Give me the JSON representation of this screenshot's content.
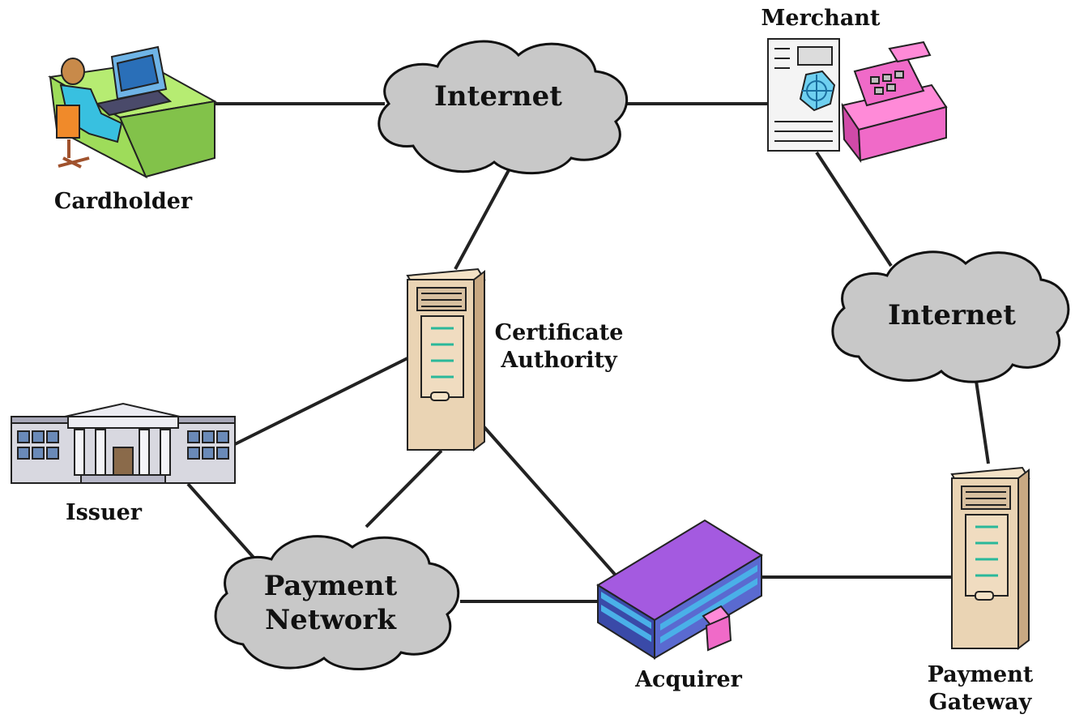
{
  "nodes": {
    "cardholder": "Cardholder",
    "merchant": "Merchant",
    "certificate_authority": [
      "Certificate",
      "Authority"
    ],
    "issuer": "Issuer",
    "acquirer": "Acquirer",
    "payment_gateway": [
      "Payment",
      "Gateway"
    ]
  },
  "clouds": {
    "internet_top": "Internet",
    "internet_right": "Internet",
    "payment_network": [
      "Payment",
      "Network"
    ]
  },
  "colors": {
    "cloud_fill": "#c8c8c8",
    "server_fill": "#ead4b4",
    "acquirer_roof": "#8a3ec8",
    "desk_green": "#9edc5a",
    "register_pink": "#f06ac8",
    "line": "#222222"
  },
  "edges": [
    [
      "cardholder",
      "internet_top"
    ],
    [
      "internet_top",
      "merchant"
    ],
    [
      "internet_top",
      "certificate_authority"
    ],
    [
      "merchant",
      "internet_right"
    ],
    [
      "internet_right",
      "payment_gateway"
    ],
    [
      "certificate_authority",
      "issuer"
    ],
    [
      "certificate_authority",
      "payment_network"
    ],
    [
      "certificate_authority",
      "acquirer"
    ],
    [
      "issuer",
      "payment_network"
    ],
    [
      "payment_network",
      "acquirer"
    ],
    [
      "acquirer",
      "payment_gateway"
    ]
  ]
}
